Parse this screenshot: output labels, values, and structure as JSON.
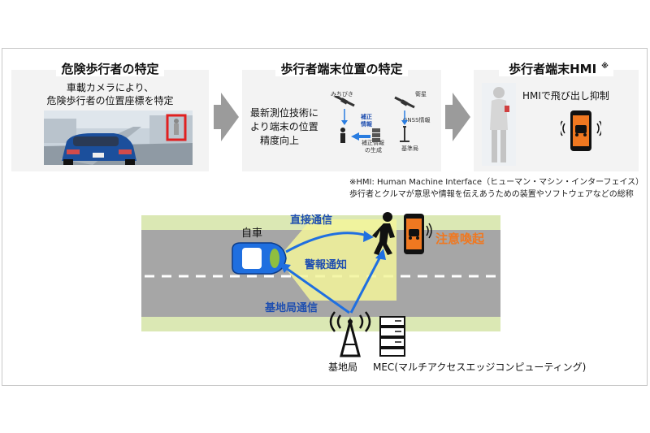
{
  "panel1": {
    "title": "危険歩行者の特定",
    "text_line1": "車載カメラにより、",
    "text_line2": "危険歩行者の位置座標を特定"
  },
  "panel2": {
    "title": "歩行者端末位置の特定",
    "text_line1": "最新測位技術に",
    "text_line2": "より端末の位置",
    "text_line3": "精度向上",
    "label_michibiki": "みちびき",
    "label_satellite": "衛星",
    "label_correction": "補正情報",
    "label_gnss": "GNSS情報",
    "label_gen_line1": "補正情報",
    "label_gen_line2": "の生成",
    "label_base": "基準局"
  },
  "panel3": {
    "title": "歩行者端末HMI",
    "title_mark": "※",
    "text": "HMIで飛び出し抑制"
  },
  "note": {
    "line1": "※HMI: Human Machine Interface（ヒューマン・マシン・インターフェイス）",
    "line2": "歩行者とクルマが意思や情報を伝えあうための装置やソフトウェアなどの総称"
  },
  "diagram": {
    "own_car": "自車",
    "direct": "直接通信",
    "warning": "警報通知",
    "base_comm": "基地局通信",
    "alert": "注意喚起",
    "base_station": "基地局",
    "mec": "MEC(マルチアクセスエッジコンピューティング)"
  },
  "colors": {
    "arrow_blue": "#1f6fe0",
    "alert_orange": "#f07820",
    "road_gray": "#a6a6a6",
    "grass_green": "#dbe8b4"
  }
}
